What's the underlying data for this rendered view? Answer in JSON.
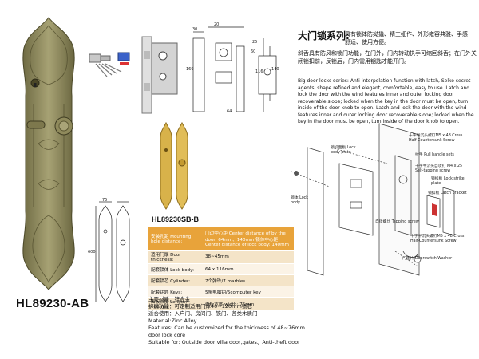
{
  "model_main": "HL89230-AB",
  "model_gold": "HL89230SB-B",
  "title_cn": "大门锁系列:",
  "title_cn_rest": "具有锁体防拗撬、精工细作、外形雍容典雅、手感舒适、使用方便。",
  "desc_cn2": "斜舌具有防风和锁门功能，在门外，门内转动执手可缩回斜舌；在门外关闭锁扣前，反锁后，门内需用钥匙才能开门。",
  "desc_en": "Big door locks series: Anti-interpolation function with latch, Selko secret agents, shape refined and elegant, comfortable, easy to use. Latch and lock the door with the wind features inner and outer locking door recoverable slope; locked when the key in the door must be open, turn inside of the door knob to open. Latch and lock the door with the wind features inner and outer locking door recoverable slope; locked when the key in the door must be open, turn inside of the door knob to open.",
  "spec_rows": [
    {
      "k": "安装孔距 Mounting hole distance:",
      "v": "门边中心距 Center distance of by the door: 64mm、140mm  锁体中心距 Center distance of lock body: 140mm"
    },
    {
      "k": "适用门厚 Door thickness:",
      "v": "38~45mm"
    },
    {
      "k": "配套锁体 Lock body:",
      "v": "64 x 116mm"
    },
    {
      "k": "配套锁芯 Cylinder:",
      "v": "7个弹珠/7 marbles"
    },
    {
      "k": "配套钥匙 Keys:",
      "v": "5条电脑钥/5computer key"
    },
    {
      "k": "面板长度 Length: 600mm",
      "v": "面板宽度 width: 75mm"
    }
  ],
  "material_cn": [
    "主要材质：锌合金",
    "扩展功能：可定制适用门厚40~120mm锁芯",
    "适合使用：入户门、房间门、铁门、各类木质门"
  ],
  "material_en": [
    "Material:Zinc Alloy",
    "Features: Can be customized for the thickness of 48~76mm door lock core",
    "Suitable for: Outside door,villa door,gates、Anti-theft door"
  ],
  "dims": {
    "d30": "30",
    "d20": "20",
    "d116": "116",
    "d169": "169",
    "d64": "64",
    "d140": "140",
    "d25": "25",
    "d60": "60",
    "d75": "75",
    "d600": "600"
  },
  "parts": {
    "screw1": "十字半沉头螺钉M5 x 48 Cross Half-Countersunk Screw",
    "latch_plate": "锁扣面板 Lock body plate",
    "pull_handle": "拉手 Pull handle sets",
    "self_tap": "十字半沉头自攻钉 M4 x 25 Self-tapping screw",
    "lock_plate": "锁扣板 Lock strike plate",
    "latch_bracket": "锁扣板 Latch bracket",
    "lock_body": "锁体 Lock body",
    "tapping_screw": "自攻螺丝 Tapping screw",
    "screw2": "十字半沉头螺钉M5 x 48 Cross Half-Countersunk Screw",
    "washer": "门垫片 Doorswitch Washer"
  },
  "colors": {
    "bronze": "#8f8a5c",
    "gold": "#d8b24a",
    "orange": "#e8a33a"
  }
}
